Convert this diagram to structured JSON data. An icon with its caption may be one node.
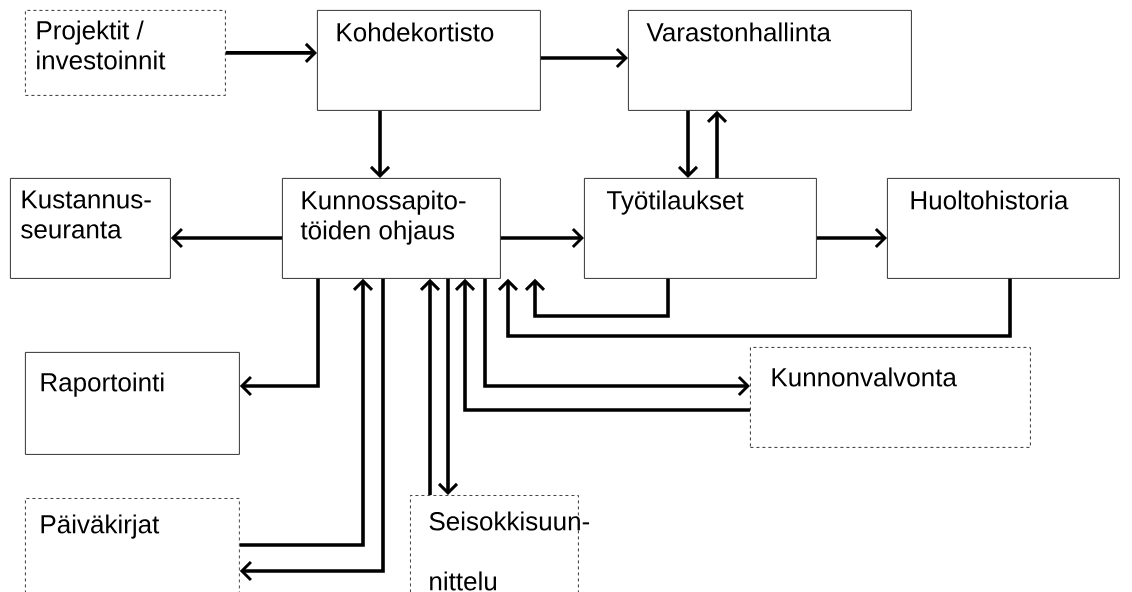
{
  "diagram": {
    "nodes": [
      {
        "text": [
          "Projektit / investoinnit"
        ]
      },
      {
        "text": [
          "Kohdekortisto"
        ]
      },
      {
        "text": [
          "Varastonhallinta"
        ]
      },
      {
        "text": [
          "Kustannus- seuranta"
        ]
      },
      {
        "text": [
          "Kunnossapito- töiden ohjaus"
        ]
      },
      {
        "text": [
          "Työtilaukset"
        ]
      },
      {
        "text": [
          "Huoltohistoria"
        ]
      },
      {
        "text": [
          "Raportointi"
        ]
      },
      {
        "text": [
          "Kunnonvalvonta"
        ]
      },
      {
        "text": [
          "Päiväkirjat"
        ]
      },
      {
        "text": [
          "Seisokkisuun- nittelu"
        ]
      }
    ],
    "edges": [
      {
        "from": 0,
        "to": 1,
        "arrow": "to"
      },
      {
        "from": 1,
        "to": 4,
        "arrow": "to"
      },
      {
        "from": 1,
        "to": 2,
        "arrow": "to"
      },
      {
        "from": 2,
        "to": 5,
        "arrow": "to"
      },
      {
        "from": 5,
        "to": 2,
        "arrow": "to"
      },
      {
        "from": 4,
        "to": 3,
        "arrow": "to"
      },
      {
        "from": 4,
        "to": 5,
        "arrow": "to"
      },
      {
        "from": 5,
        "to": 6,
        "arrow": "to"
      },
      {
        "from": 5,
        "to": 4,
        "arrow": "to"
      },
      {
        "from": 6,
        "to": 4,
        "arrow": "to"
      },
      {
        "from": 4,
        "to": 7,
        "arrow": "to"
      },
      {
        "from": 8,
        "to": 4,
        "arrow": "to"
      },
      {
        "from": 4,
        "to": 8,
        "arrow": "to"
      },
      {
        "from": 9,
        "to": 4,
        "arrow": "to"
      },
      {
        "from": 4,
        "to": 9,
        "arrow": "to"
      },
      {
        "from": 10,
        "to": 4,
        "arrow": "to"
      },
      {
        "from": 4,
        "to": 10,
        "arrow": "to"
      }
    ]
  }
}
